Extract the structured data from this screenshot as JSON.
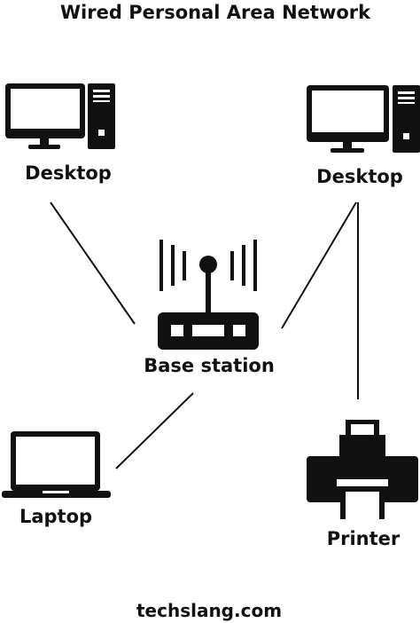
{
  "title": "Wired Personal Area Network",
  "nodes": {
    "desktop_left": {
      "label": "Desktop",
      "icon": "desktop-computer-icon"
    },
    "desktop_right": {
      "label": "Desktop",
      "icon": "desktop-computer-icon"
    },
    "base_station": {
      "label": "Base station",
      "icon": "router-icon"
    },
    "laptop": {
      "label": "Laptop",
      "icon": "laptop-icon"
    },
    "printer": {
      "label": "Printer",
      "icon": "printer-icon"
    }
  },
  "edges": [
    {
      "from": "desktop_left",
      "to": "base_station"
    },
    {
      "from": "desktop_right",
      "to": "base_station"
    },
    {
      "from": "desktop_right",
      "to": "printer"
    },
    {
      "from": "laptop",
      "to": "base_station"
    }
  ],
  "footer": "techslang.com",
  "colors": {
    "ink": "#111111",
    "background": "#ffffff"
  }
}
